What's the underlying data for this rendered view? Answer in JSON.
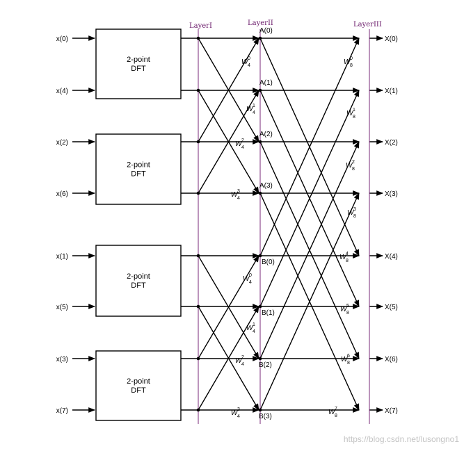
{
  "inputs": [
    "x(0)",
    "x(4)",
    "x(2)",
    "x(6)",
    "x(1)",
    "x(5)",
    "x(3)",
    "x(7)"
  ],
  "dft_blocks": [
    {
      "line1": "2-point",
      "line2": "DFT"
    },
    {
      "line1": "2-point",
      "line2": "DFT"
    },
    {
      "line1": "2-point",
      "line2": "DFT"
    },
    {
      "line1": "2-point",
      "line2": "DFT"
    }
  ],
  "layers": [
    "LayerI",
    "LayerII",
    "LayerIII"
  ],
  "nodes": [
    "A(0)",
    "A(1)",
    "A(2)",
    "A(3)",
    "B(0)",
    "B(1)",
    "B(2)",
    "B(3)"
  ],
  "outputs": [
    "X(0)",
    "X(1)",
    "X(2)",
    "X(3)",
    "X(4)",
    "X(5)",
    "X(6)",
    "X(7)"
  ],
  "twiddle_base": "W",
  "twiddles_stage1": [
    {
      "sub": "4",
      "sup": "0"
    },
    {
      "sub": "4",
      "sup": "1"
    },
    {
      "sub": "4",
      "sup": "2"
    },
    {
      "sub": "4",
      "sup": "3"
    },
    {
      "sub": "4",
      "sup": "0"
    },
    {
      "sub": "4",
      "sup": "1"
    },
    {
      "sub": "4",
      "sup": "2"
    },
    {
      "sub": "4",
      "sup": "3"
    }
  ],
  "twiddles_stage2": [
    {
      "sub": "8",
      "sup": "0"
    },
    {
      "sub": "8",
      "sup": "1"
    },
    {
      "sub": "8",
      "sup": "2"
    },
    {
      "sub": "8",
      "sup": "3"
    },
    {
      "sub": "8",
      "sup": "4"
    },
    {
      "sub": "8",
      "sup": "5"
    },
    {
      "sub": "8",
      "sup": "6"
    },
    {
      "sub": "8",
      "sup": "7"
    }
  ],
  "watermark": "https://blog.csdn.net/lusongno1",
  "colors": {
    "line": "#000000",
    "layer_line": "#7a2a7a"
  }
}
